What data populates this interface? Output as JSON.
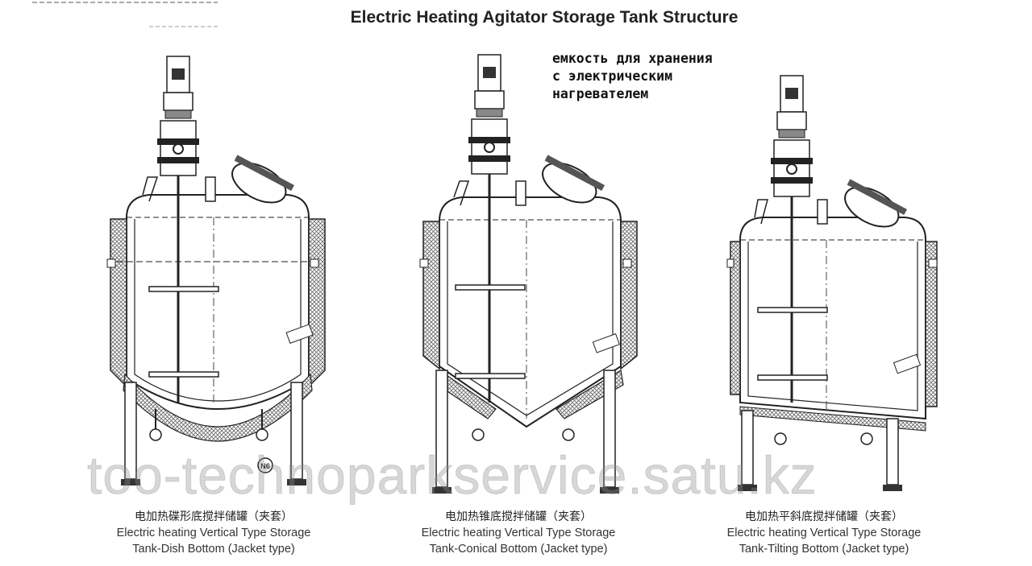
{
  "header": {
    "title": "Electric Heating Agitator Storage Tank Structure"
  },
  "note": {
    "lines": [
      "емкость для хранения",
      "с электрическим",
      "нагревателем"
    ]
  },
  "tanks": [
    {
      "cn": "电加热碟形底搅拌储罐（夹套）",
      "en_line1": "Electric heating Vertical Type Storage",
      "en_line2": "Tank-Dish Bottom (Jacket type)",
      "marker": "N6"
    },
    {
      "cn": "电加热锥底搅拌储罐（夹套）",
      "en_line1": "Electric heating Vertical Type Storage",
      "en_line2": "Tank-Conical Bottom (Jacket type)"
    },
    {
      "cn": "电加热平斜底搅拌储罐（夹套）",
      "en_line1": "Electric heating Vertical Type Storage",
      "en_line2": "Tank-Tilting Bottom (Jacket type)"
    }
  ],
  "watermark": "too-technoparkservice.satu.kz",
  "colors": {
    "line": "#222222",
    "hatch": "#555555",
    "text": "#333333"
  }
}
